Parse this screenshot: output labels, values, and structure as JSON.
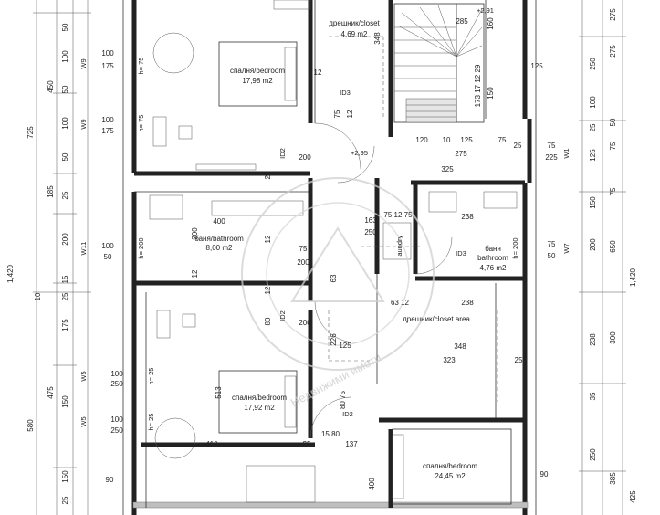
{
  "rooms": {
    "bedroom_top": {
      "name": "спалня/bedroom",
      "area": "17,98 m2"
    },
    "closet_top": {
      "name": "дрешник/closet",
      "area": "4,69 m2"
    },
    "bath_left": {
      "name": "баня/bathroom",
      "area": "8,00 m2"
    },
    "bath_right": {
      "name": "баня",
      "sub": "bathroom",
      "area": "4,76 m2"
    },
    "bedroom_mid": {
      "name": "спалня/bedroom",
      "area": "17,92 m2"
    },
    "closet_area": {
      "name": "дрешник/closet area"
    },
    "bedroom_low": {
      "name": "спалня/bedroom",
      "area": "24,45 m2"
    },
    "laundry": {
      "name": "laundry"
    }
  },
  "tags": {
    "windows_left": [
      "W9",
      "W9",
      "W11",
      "W5",
      "W5"
    ],
    "windows_right": [
      "W1",
      "W7"
    ],
    "doors": [
      "ID3",
      "ID2",
      "ID2",
      "ID2",
      "ID3"
    ],
    "heights_left": [
      "h= 75",
      "h= 75",
      "h= 200",
      "h= 25",
      "h= 25"
    ],
    "height_right": "h= 200",
    "levels": [
      "+2,91",
      "+2,95"
    ]
  },
  "left_dims": {
    "outer": [
      "725",
      "1,420",
      "580"
    ],
    "mid": [
      "450",
      "185",
      "10",
      "475"
    ],
    "inner": [
      "50",
      "100",
      "50",
      "100",
      "50",
      "25",
      "200",
      "15",
      "25",
      "175",
      "150",
      "150",
      "25"
    ],
    "window_pairs": [
      [
        "100",
        "175"
      ],
      [
        "100",
        "175"
      ],
      [
        "100",
        "50"
      ],
      [
        "100",
        "250"
      ],
      [
        "100",
        "250"
      ]
    ]
  },
  "right_dims": {
    "col1": [
      "250",
      "100",
      "25",
      "125",
      "150",
      "200",
      "238",
      "35",
      "250"
    ],
    "col2": [
      "275",
      "275",
      "50",
      "75",
      "75",
      "650",
      "300",
      "385"
    ],
    "col3": [
      "1,420",
      "425"
    ],
    "window_pairs": [
      [
        "75",
        "225"
      ],
      [
        "75",
        "50"
      ]
    ]
  },
  "interior_dims": [
    "285",
    "160",
    "348",
    "125",
    "150",
    "173 17 12 29",
    "120",
    "10",
    "125",
    "75",
    "25",
    "200",
    "12",
    "25",
    "275",
    "325",
    "400",
    "200",
    "12",
    "163",
    "250",
    "238",
    "75 12 75",
    "75",
    "12",
    "200",
    "12",
    "63",
    "63 12",
    "238",
    "80",
    "200",
    "226",
    "125",
    "348",
    "323",
    "25",
    "513",
    "410",
    "25",
    "15 80",
    "137",
    "90",
    "90",
    "400",
    "75",
    "12",
    "80 75"
  ],
  "watermark": [
    "Недвижими имоти"
  ]
}
